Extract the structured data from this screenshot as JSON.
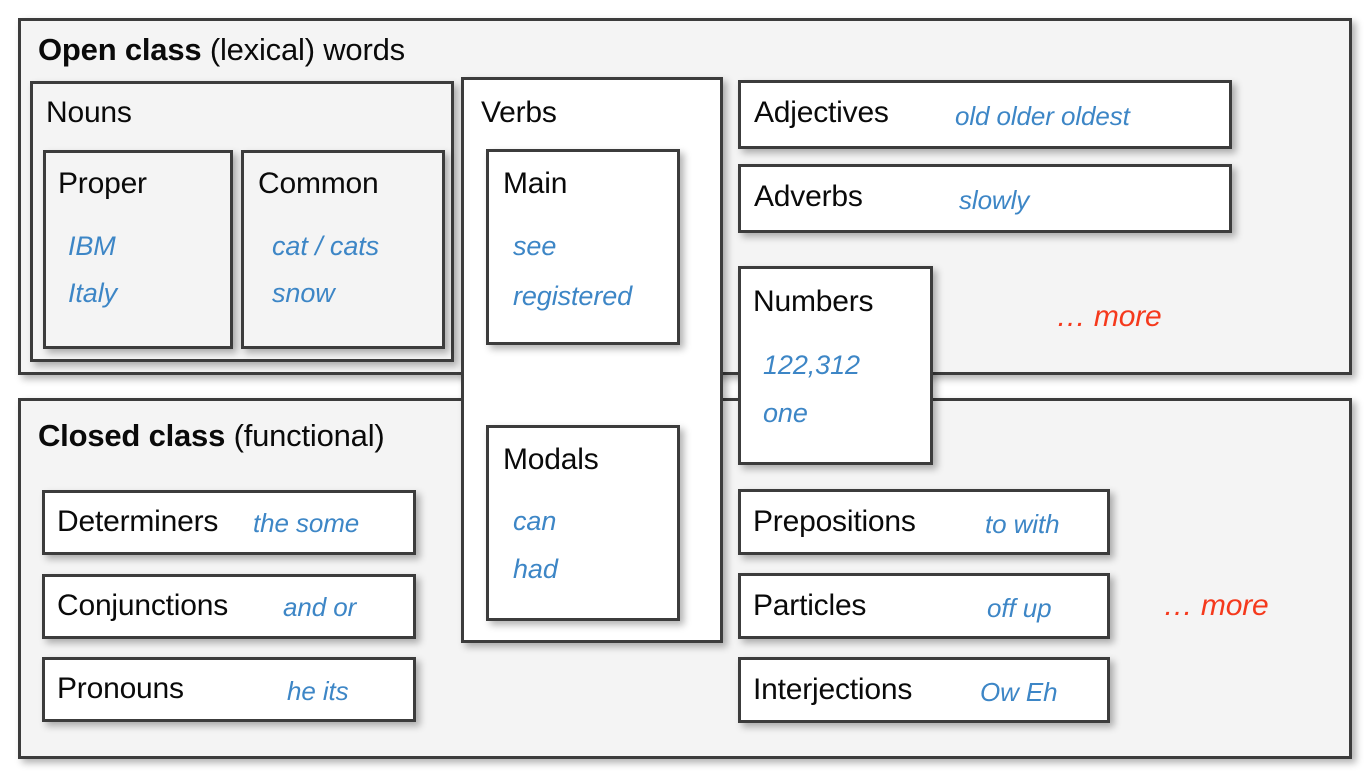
{
  "diagram": {
    "title_note": "Parts of speech hierarchy: open class vs closed class words",
    "accent_blue": "#3d86c6",
    "accent_red": "#f5391c",
    "border_color": "#3c3c3c",
    "panel_bg": "#f4f4f4"
  },
  "open_class": {
    "title_bold": "Open class",
    "title_rest": " (lexical) words",
    "more": "… more",
    "nouns": {
      "label": "Nouns",
      "proper": {
        "label": "Proper",
        "examples": [
          "IBM",
          "Italy"
        ]
      },
      "common": {
        "label": "Common",
        "examples": [
          "cat / cats",
          "snow"
        ]
      }
    },
    "adjectives": {
      "label": "Adjectives",
      "examples": "old   older   oldest"
    },
    "adverbs": {
      "label": "Adverbs",
      "examples": "slowly"
    },
    "numbers": {
      "label": "Numbers",
      "examples": [
        "122,312",
        "one"
      ]
    }
  },
  "verbs": {
    "label": "Verbs",
    "main": {
      "label": "Main",
      "examples": [
        "see",
        "registered"
      ]
    },
    "modals": {
      "label": "Modals",
      "examples": [
        "can",
        "had"
      ]
    }
  },
  "closed_class": {
    "title_bold": "Closed class",
    "title_rest": " (functional)",
    "more": "… more",
    "rows_left": [
      {
        "label": "Determiners",
        "examples": "the some"
      },
      {
        "label": "Conjunctions",
        "examples": "and or"
      },
      {
        "label": "Pronouns",
        "examples": "he its"
      }
    ],
    "rows_right": [
      {
        "label": "Prepositions",
        "examples": "to with"
      },
      {
        "label": "Particles",
        "examples": "off   up"
      },
      {
        "label": "Interjections",
        "examples": "Ow  Eh"
      }
    ]
  }
}
